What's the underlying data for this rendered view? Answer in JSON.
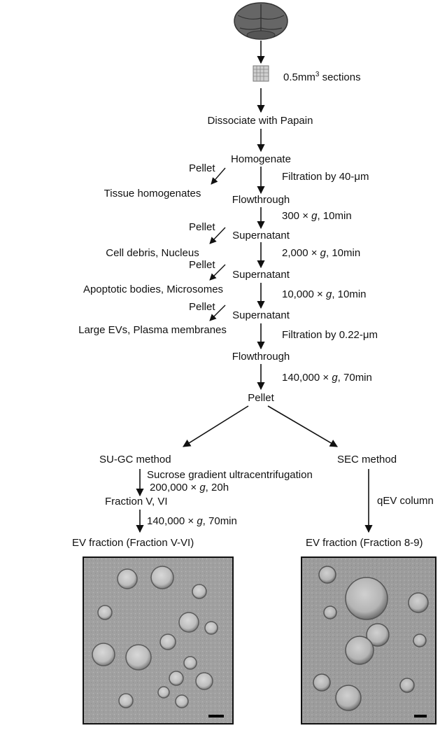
{
  "steps": {
    "sections": "0.5mm",
    "sections_sup": "3",
    "sections_tail": " sections",
    "dissociate": "Dissociate with Papain",
    "homogenate": "Homogenate",
    "filtration_40": "Filtration by 40-μm",
    "flowthrough_1": "Flowthrough",
    "spin_300": "300 × g, 10min",
    "supernatant_1": "Supernatant",
    "spin_2000": "2,000 × g, 10min",
    "supernatant_2": "Supernatant",
    "spin_10000": "10,000 × g, 10min",
    "supernatant_3": "Supernatant",
    "filtration_022": "Filtration by 0.22-μm",
    "flowthrough_2": "Flowthrough",
    "spin_140000": "140,000 × g, 70min",
    "pellet_final": "Pellet"
  },
  "side_pellets": [
    {
      "label": "Pellet",
      "product": "Tissue homogenates"
    },
    {
      "label": "Pellet",
      "product": "Cell debris, Nucleus"
    },
    {
      "label": "Pellet",
      "product": "Apoptotic bodies, Microsomes"
    },
    {
      "label": "Pellet",
      "product": "Large EVs, Plasma membranes"
    }
  ],
  "left_branch": {
    "method": "SU-GC method",
    "step_1": "Sucrose gradient ultracentrifugation",
    "step_1_spin": "200,000 × g, 20h",
    "fraction": "Fraction V, VI",
    "step_2": "140,000 × g, 70min",
    "result": "EV fraction (Fraction V-VI)"
  },
  "right_branch": {
    "method": "SEC method",
    "step_1": "qEV column",
    "result": "EV fraction (Fraction 8-9)"
  },
  "images": {
    "left": "tem-micrograph-sugc",
    "right": "tem-micrograph-sec",
    "scale_bar_color": "#000000"
  },
  "colors": {
    "brain": "#5f5f5f",
    "line": "#111111"
  }
}
